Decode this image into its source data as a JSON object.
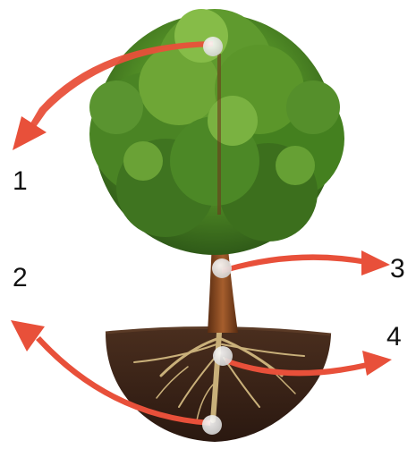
{
  "labels": {
    "one": "1",
    "two": "2",
    "three": "3",
    "four": "4"
  },
  "colors": {
    "arrow": "#e8503a",
    "marker": "#f2f2f2",
    "foliage_dark": "#2f5a18",
    "foliage_mid": "#4f8a25",
    "foliage_light": "#8cc04a",
    "trunk": "#8a4a22",
    "soil": "#3b2418",
    "roots": "#c9b07a"
  },
  "icons": [
    "tree-illustration",
    "soil-cross-section",
    "arrow"
  ]
}
